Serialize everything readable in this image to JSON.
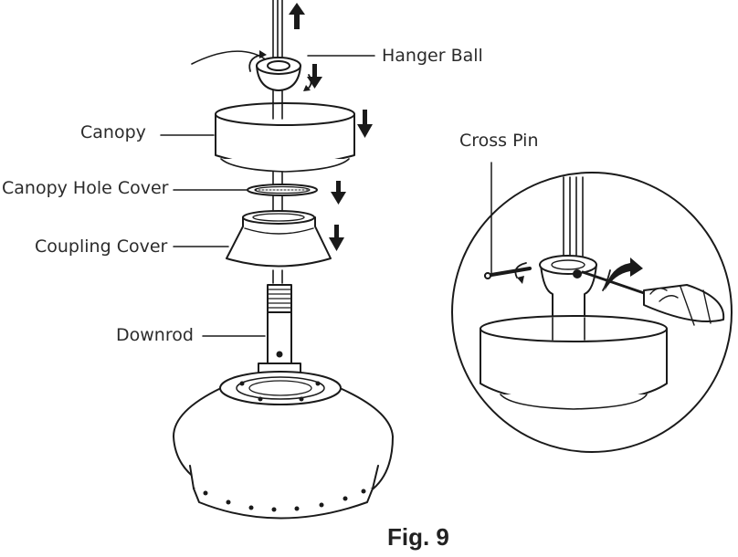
{
  "labels": {
    "hanger_ball": "Hanger Ball",
    "canopy": "Canopy",
    "canopy_hole_cover": "Canopy Hole Cover",
    "coupling_cover": "Coupling Cover",
    "downrod": "Downrod",
    "cross_pin": "Cross Pin"
  },
  "caption": "Fig. 9",
  "colors": {
    "line": "#1a1a1a",
    "fill": "#ffffff"
  }
}
